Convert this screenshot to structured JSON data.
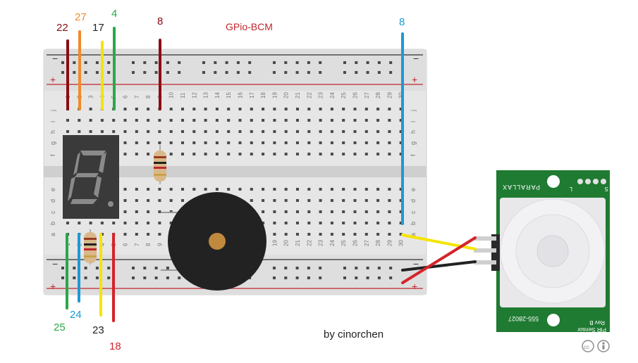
{
  "diagram": {
    "title": "GPio-BCM",
    "credit": "by cinorchen",
    "breadboard": {
      "row_letters_top": [
        "j",
        "i",
        "h",
        "g",
        "f"
      ],
      "row_letters_bottom": [
        "e",
        "d",
        "c",
        "b",
        "a"
      ],
      "rail_plus": "+",
      "rail_minus": "−",
      "column_numbers": [
        "1",
        "2",
        "3",
        "4",
        "5",
        "6",
        "7",
        "8",
        "9",
        "10",
        "11",
        "12",
        "13",
        "14",
        "15",
        "16",
        "17",
        "18",
        "19",
        "20",
        "21",
        "22",
        "23",
        "24",
        "25",
        "26",
        "27",
        "28",
        "29",
        "30"
      ]
    },
    "seven_segment": {
      "digit": "8"
    },
    "pir": {
      "brand": "PARALLAX",
      "name": "PIR Sensor",
      "rev": "Rev B",
      "part": "555-28027",
      "pins": [
        "S",
        "L"
      ]
    },
    "license_icons": [
      "cc-icon",
      "attribution-icon"
    ],
    "wires": [
      {
        "id": "w22",
        "label": "22",
        "color": "#8b0c13"
      },
      {
        "id": "w27",
        "label": "27",
        "color": "#f08a2a"
      },
      {
        "id": "w17",
        "label": "17",
        "color": "#f5e400"
      },
      {
        "id": "w4",
        "label": "4",
        "color": "#2aa84a"
      },
      {
        "id": "w8a",
        "label": "8",
        "color": "#8b0c13"
      },
      {
        "id": "w8b",
        "label": "8",
        "color": "#1a9ad6"
      },
      {
        "id": "w25",
        "label": "25",
        "color": "#2aa84a"
      },
      {
        "id": "w24",
        "label": "24",
        "color": "#1a9ad6"
      },
      {
        "id": "w23",
        "label": "23",
        "color": "#f5e400"
      },
      {
        "id": "w18",
        "label": "18",
        "color": "#d4242a"
      }
    ],
    "label_colors": {
      "w22": "#8b0c13",
      "w27": "#f08a2a",
      "w17": "#222222",
      "w4": "#2aa84a",
      "w8a": "#8b0c13",
      "w8b": "#1a9ad6",
      "w25": "#2aa84a",
      "w24": "#1a9ad6",
      "w23": "#222222",
      "w18": "#d4242a"
    }
  }
}
